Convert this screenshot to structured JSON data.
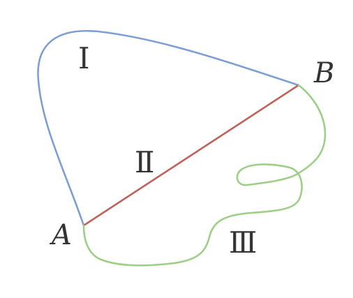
{
  "points": {
    "A": "A",
    "B": "B"
  },
  "paths": {
    "I": {
      "label": "Ⅰ",
      "color": "#7e9fd3"
    },
    "II": {
      "label": "Ⅱ",
      "color": "#c0625a"
    },
    "III": {
      "label": "Ⅲ",
      "color": "#9dcf87"
    }
  }
}
